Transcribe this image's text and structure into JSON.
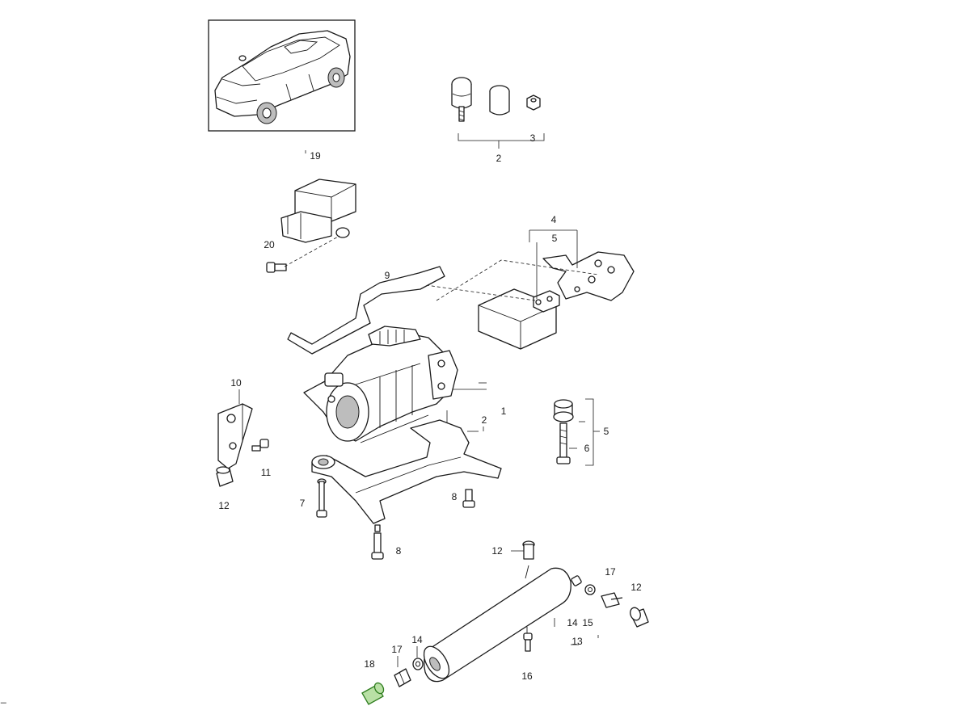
{
  "callouts": [
    {
      "id": "c2-top",
      "text": "2"
    },
    {
      "id": "c3",
      "text": "3"
    },
    {
      "id": "c19",
      "text": "19"
    },
    {
      "id": "c20",
      "text": "20"
    },
    {
      "id": "c4",
      "text": "4"
    },
    {
      "id": "c5-top",
      "text": "5"
    },
    {
      "id": "c9",
      "text": "9"
    },
    {
      "id": "c1",
      "text": "1"
    },
    {
      "id": "c2-mid",
      "text": "2"
    },
    {
      "id": "c10",
      "text": "10"
    },
    {
      "id": "c11",
      "text": "11"
    },
    {
      "id": "c12-left",
      "text": "12"
    },
    {
      "id": "c7",
      "text": "7"
    },
    {
      "id": "c8-right",
      "text": "8"
    },
    {
      "id": "c8-bottom",
      "text": "8"
    },
    {
      "id": "c5-right",
      "text": "5"
    },
    {
      "id": "c6",
      "text": "6"
    },
    {
      "id": "c12-mid",
      "text": "12"
    },
    {
      "id": "c17-right",
      "text": "17"
    },
    {
      "id": "c12-right",
      "text": "12"
    },
    {
      "id": "c14-right",
      "text": "14"
    },
    {
      "id": "c15",
      "text": "15"
    },
    {
      "id": "c13",
      "text": "13"
    },
    {
      "id": "c16",
      "text": "16"
    },
    {
      "id": "c18",
      "text": "18"
    },
    {
      "id": "c17-left",
      "text": "17"
    },
    {
      "id": "c14-left",
      "text": "14"
    }
  ],
  "colors": {
    "line": "#1a1a1a",
    "highlight": "#b9e0a5"
  }
}
